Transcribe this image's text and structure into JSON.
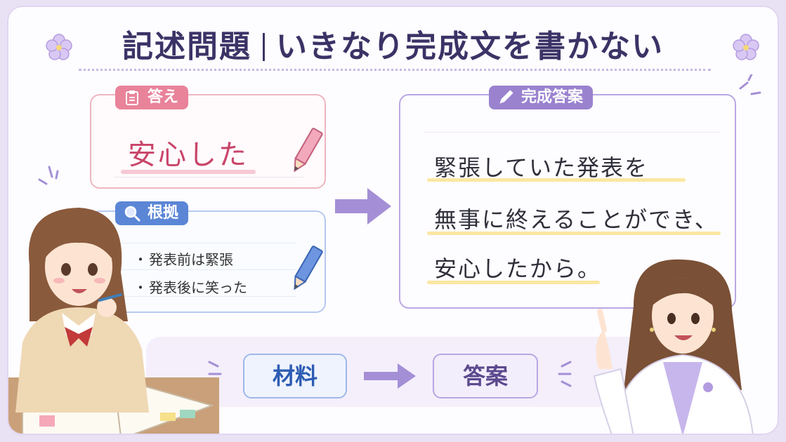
{
  "title": {
    "left": "記述問題",
    "right": "いきなり完成文を書かない"
  },
  "answer_card": {
    "tag": "答え",
    "text": "安心した"
  },
  "basis_card": {
    "tag": "根拠",
    "items": [
      "発表前は緊張",
      "発表後に笑った"
    ]
  },
  "final_card": {
    "tag": "完成答案",
    "lines": [
      "緊張していた発表を",
      "無事に終えることができ、",
      "安心したから。"
    ]
  },
  "flow": {
    "from": "材料",
    "to": "答案"
  },
  "icons": [
    "flower-icon",
    "clipboard-icon",
    "search-icon",
    "pencil-icon",
    "arrow-right-icon"
  ],
  "colors": {
    "pink": "#e8839a",
    "blue": "#5b86d6",
    "purple": "#9a82cf",
    "title": "#3b3366"
  }
}
